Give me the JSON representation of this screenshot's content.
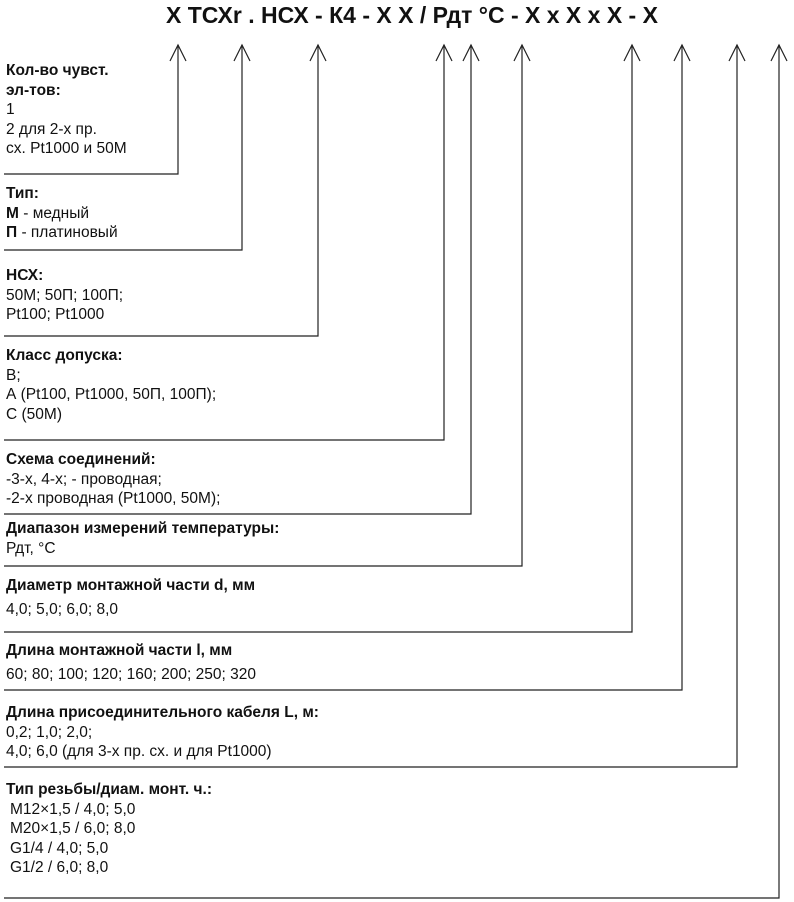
{
  "code": "X ТСХr . НСХ - К4 - X X / Рдт °С - X x X x X - X",
  "blocks": [
    {
      "title": "Кол-во чувст.",
      "title2": "эл-тов:",
      "lines": [
        "1",
        "2 для 2-х пр.",
        "сх. Pt1000 и 50М"
      ]
    },
    {
      "title": "Тип:",
      "items": [
        {
          "code": "М",
          "text": " - медный"
        },
        {
          "code": "П",
          "text": " - платиновый"
        }
      ]
    },
    {
      "title": "НСХ:",
      "lines": [
        "50М; 50П; 100П;",
        "Pt100; Pt1000"
      ]
    },
    {
      "title": "Класс допуска:",
      "lines": [
        "В;",
        "А (Pt100, Pt1000, 50П, 100П);",
        "С (50М)"
      ]
    },
    {
      "title": "Схема соединений:",
      "lines": [
        "-3-х, 4-х; - проводная;",
        "-2-х проводная (Pt1000, 50М);"
      ]
    },
    {
      "title": "Диапазон измерений температуры:",
      "lines": [
        "Рдт, °С"
      ]
    },
    {
      "title": "Диаметр монтажной части d, мм",
      "lines": [
        "4,0; 5,0; 6,0; 8,0"
      ]
    },
    {
      "title": "Длина монтажной части l, мм",
      "lines": [
        "60; 80; 100; 120; 160; 200; 250; 320"
      ]
    },
    {
      "title": "Длина присоединительного кабеля L, м:",
      "lines": [
        "0,2; 1,0; 2,0;",
        "4,0; 6,0 (для 3-х пр. сх. и для Pt1000)"
      ]
    },
    {
      "title": "Тип резьбы/диам. монт. ч.:",
      "lines": [
        "М12×1,5 / 4,0; 5,0",
        "М20×1,5 / 6,0; 8,0",
        "G1/4 / 4,0; 5,0",
        "G1/2 / 6,0; 8,0"
      ]
    }
  ]
}
